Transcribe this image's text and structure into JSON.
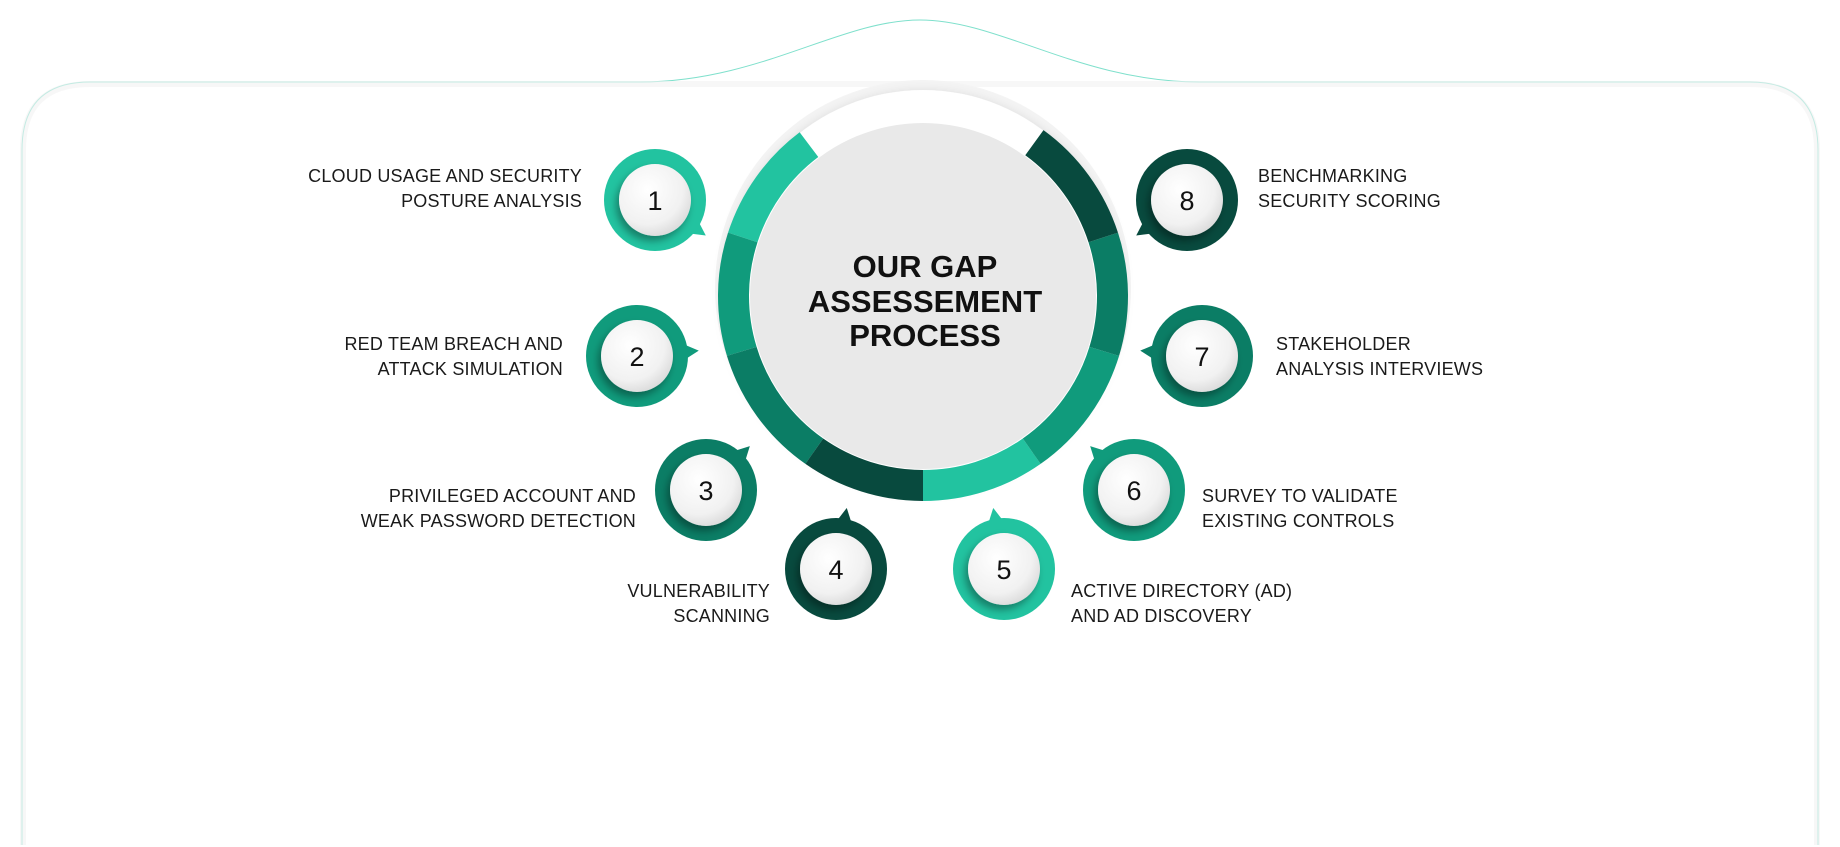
{
  "title": {
    "lines": [
      "OUR GAP",
      "ASSESSEMENT",
      "PROCESS"
    ]
  },
  "colors": {
    "light_teal": "#22c3a0",
    "mid_teal": "#109b7c",
    "teal": "#0b7d65",
    "dark_teal": "#0a6552",
    "darkest": "#084a3e",
    "center_fill": "#e9e9e9",
    "outline": "#7fe0cc"
  },
  "steps": [
    {
      "number": "1",
      "label_lines": [
        "CLOUD USAGE AND SECURITY",
        "POSTURE ANALYSIS"
      ],
      "color": "#22c3a0",
      "icon": "speech-bubble-icon"
    },
    {
      "number": "2",
      "label_lines": [
        "RED TEAM BREACH AND",
        "ATTACK SIMULATION"
      ],
      "color": "#109b7c",
      "icon": "speech-bubble-icon"
    },
    {
      "number": "3",
      "label_lines": [
        "PRIVILEGED ACCOUNT AND",
        "WEAK PASSWORD DETECTION"
      ],
      "color": "#0b7d65",
      "icon": "speech-bubble-icon"
    },
    {
      "number": "4",
      "label_lines": [
        "VULNERABILITY",
        "SCANNING"
      ],
      "color": "#084a3e",
      "icon": "speech-bubble-icon"
    },
    {
      "number": "5",
      "label_lines": [
        "ACTIVE DIRECTORY (AD)",
        "AND AD DISCOVERY"
      ],
      "color": "#22c3a0",
      "icon": "speech-bubble-icon"
    },
    {
      "number": "6",
      "label_lines": [
        "SURVEY TO VALIDATE",
        "EXISTING CONTROLS"
      ],
      "color": "#109b7c",
      "icon": "speech-bubble-icon"
    },
    {
      "number": "7",
      "label_lines": [
        "STAKEHOLDER",
        "ANALYSIS INTERVIEWS"
      ],
      "color": "#0b7d65",
      "icon": "speech-bubble-icon"
    },
    {
      "number": "8",
      "label_lines": [
        "BENCHMARKING",
        "SECURITY SCORING"
      ],
      "color": "#084a3e",
      "icon": "speech-bubble-icon"
    }
  ]
}
